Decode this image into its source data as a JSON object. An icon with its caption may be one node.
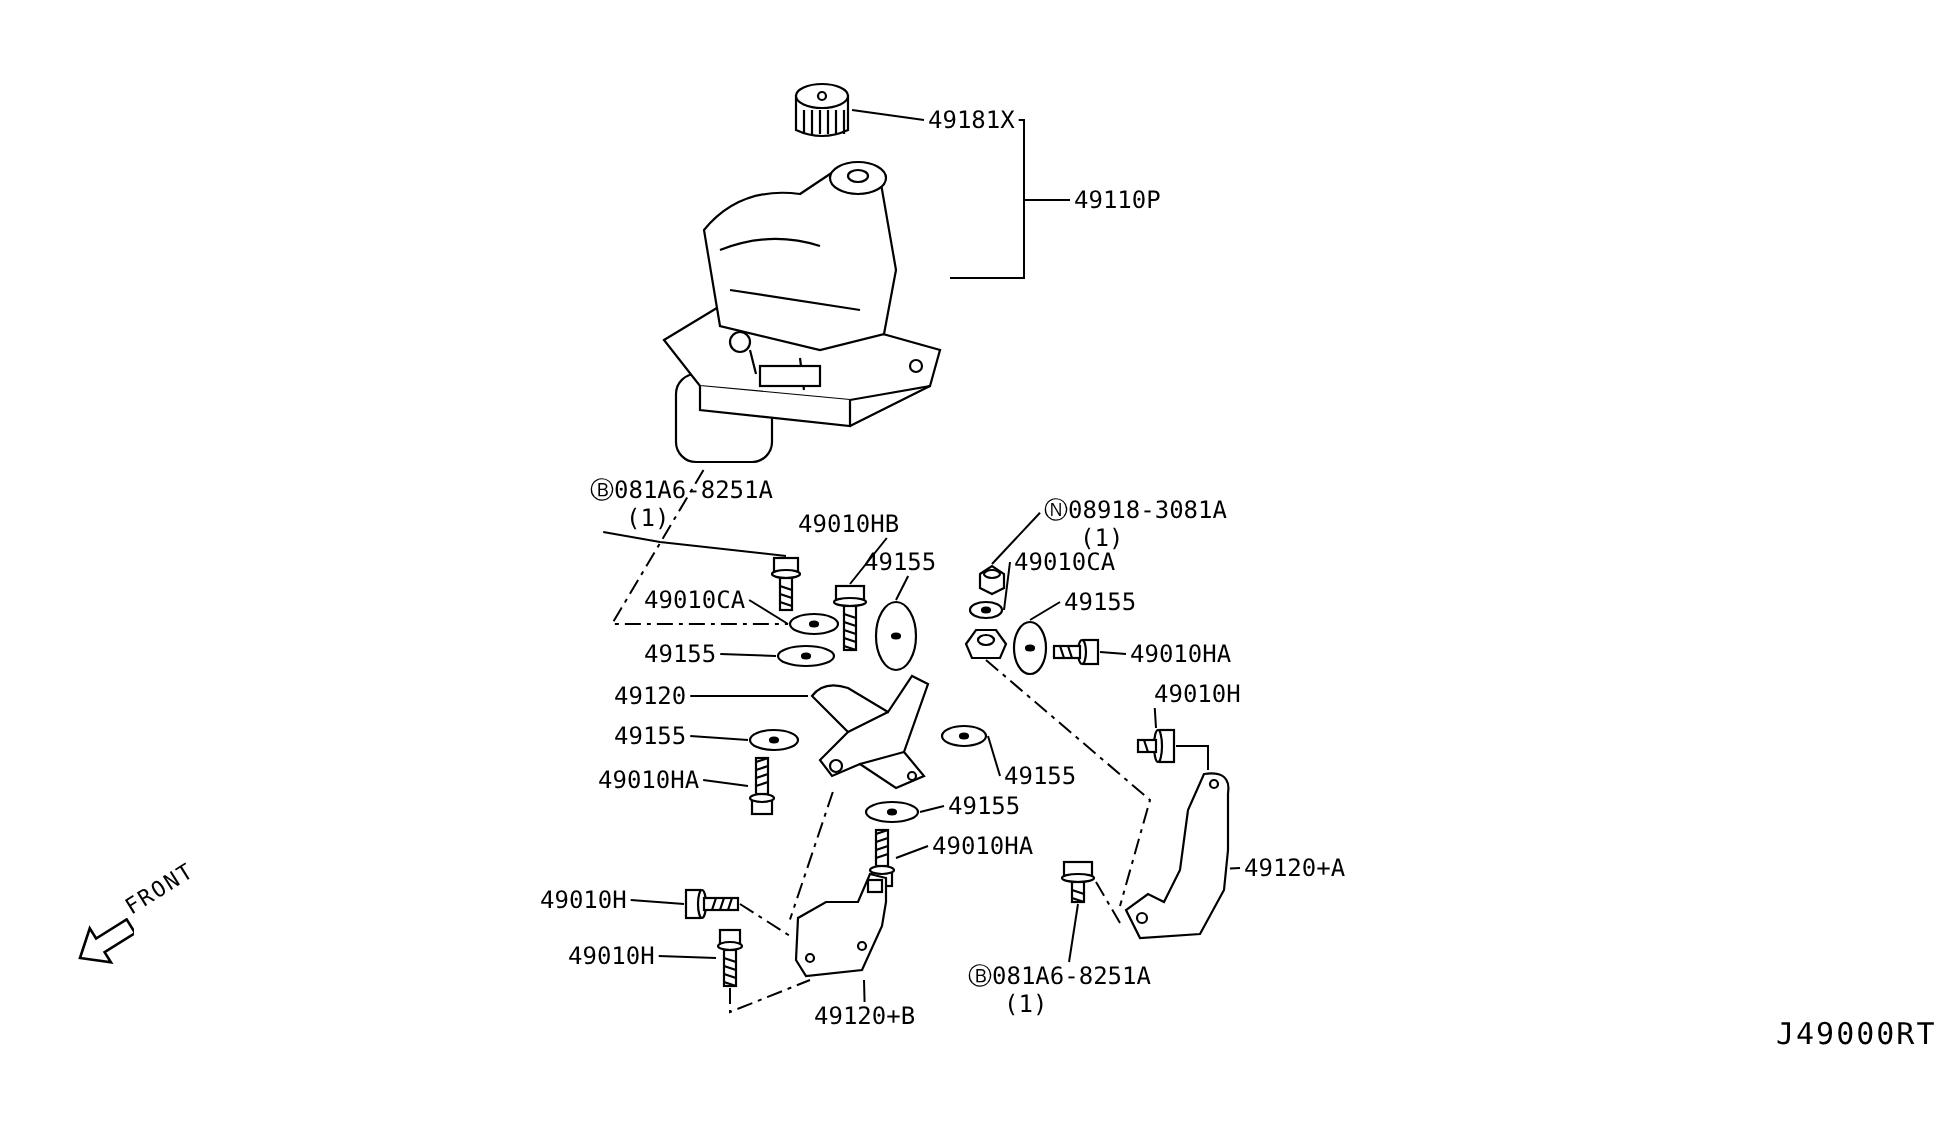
{
  "diagram": {
    "nodes": [
      {
        "text": [
          "49181X"
        ]
      },
      {
        "text": [
          "49110P"
        ]
      },
      {
        "text": [
          "Ⓑ081A6-8251A",
          "(1)"
        ]
      },
      {
        "text": [
          "49010HB"
        ]
      },
      {
        "text": [
          "49155"
        ]
      },
      {
        "text": [
          "49010CA"
        ]
      },
      {
        "text": [
          "49155"
        ]
      },
      {
        "text": [
          "49120"
        ]
      },
      {
        "text": [
          "49155"
        ]
      },
      {
        "text": [
          "49010HA"
        ]
      },
      {
        "text": [
          "Ⓝ08918-3081A",
          "(1)"
        ]
      },
      {
        "text": [
          "49010CA"
        ]
      },
      {
        "text": [
          "49155"
        ]
      },
      {
        "text": [
          "49010HA"
        ]
      },
      {
        "text": [
          "49010H"
        ]
      },
      {
        "text": [
          "49155"
        ]
      },
      {
        "text": [
          "49155"
        ]
      },
      {
        "text": [
          "49010HA"
        ]
      },
      {
        "text": [
          "49120+A"
        ]
      },
      {
        "text": [
          "Ⓑ081A6-8251A",
          "(1)"
        ]
      },
      {
        "text": [
          "49010H"
        ]
      },
      {
        "text": [
          "49010H"
        ]
      },
      {
        "text": [
          "49120+B"
        ]
      },
      {
        "text": [],
        "shape": "picture"
      },
      {
        "text": [],
        "shape": "picture"
      },
      {
        "text": [],
        "shape": "picture"
      },
      {
        "text": [],
        "shape": "picture"
      },
      {
        "text": [],
        "shape": "picture"
      },
      {
        "text": [],
        "shape": "picture"
      },
      {
        "text": [],
        "shape": "picture"
      },
      {
        "text": [],
        "shape": "picture"
      },
      {
        "text": [],
        "shape": "picture"
      },
      {
        "text": [],
        "shape": "picture"
      },
      {
        "text": [],
        "shape": "picture"
      },
      {
        "text": [],
        "shape": "picture"
      },
      {
        "text": [],
        "shape": "picture"
      },
      {
        "text": [],
        "shape": "picture"
      },
      {
        "text": [],
        "shape": "picture"
      },
      {
        "text": [],
        "shape": "picture"
      },
      {
        "text": [],
        "shape": "picture"
      },
      {
        "text": [],
        "shape": "picture"
      },
      {
        "text": [],
        "shape": "picture"
      },
      {
        "text": [],
        "shape": "picture"
      },
      {
        "text": [],
        "shape": "picture"
      },
      {
        "text": [],
        "shape": "picture"
      },
      {
        "text": [],
        "shape": "picture"
      },
      {
        "text": [],
        "shape": "picture"
      },
      {
        "text": [
          "FRONT"
        ]
      }
    ],
    "edges": [
      {
        "from": 0,
        "to": 23,
        "arrow": "none"
      },
      {
        "from": 1,
        "to": 24,
        "arrow": "none"
      },
      {
        "from": 1,
        "to": 0,
        "arrow": "none"
      },
      {
        "from": 2,
        "to": 25,
        "arrow": "none"
      },
      {
        "from": 3,
        "to": 26,
        "arrow": "none"
      },
      {
        "from": 4,
        "to": 27,
        "arrow": "none"
      },
      {
        "from": 5,
        "to": 28,
        "arrow": "none"
      },
      {
        "from": 6,
        "to": 29,
        "arrow": "none"
      },
      {
        "from": 7,
        "to": 30,
        "arrow": "none"
      },
      {
        "from": 8,
        "to": 31,
        "arrow": "none"
      },
      {
        "from": 9,
        "to": 32,
        "arrow": "none"
      },
      {
        "from": 10,
        "to": 33,
        "arrow": "none"
      },
      {
        "from": 11,
        "to": 34,
        "arrow": "none"
      },
      {
        "from": 12,
        "to": 35,
        "arrow": "none"
      },
      {
        "from": 13,
        "to": 36,
        "arrow": "none"
      },
      {
        "from": 14,
        "to": 37,
        "arrow": "none"
      },
      {
        "from": 15,
        "to": 38,
        "arrow": "none"
      },
      {
        "from": 16,
        "to": 39,
        "arrow": "none"
      },
      {
        "from": 17,
        "to": 40,
        "arrow": "none"
      },
      {
        "from": 18,
        "to": 41,
        "arrow": "none"
      },
      {
        "from": 19,
        "to": 42,
        "arrow": "none"
      },
      {
        "from": 20,
        "to": 43,
        "arrow": "none"
      },
      {
        "from": 21,
        "to": 44,
        "arrow": "none"
      },
      {
        "from": 22,
        "to": 45,
        "arrow": "none"
      },
      {
        "from": 24,
        "to": 28,
        "arrow": "none",
        "style": "dashed"
      },
      {
        "from": 30,
        "to": 45,
        "arrow": "none",
        "style": "dashed"
      },
      {
        "from": 46,
        "to": 41,
        "arrow": "none",
        "style": "dashed"
      },
      {
        "from": 43,
        "to": 45,
        "arrow": "none",
        "style": "dashed"
      },
      {
        "from": 44,
        "to": 45,
        "arrow": "none",
        "style": "dashed"
      },
      {
        "from": 37,
        "to": 41,
        "arrow": "none"
      },
      {
        "from": 42,
        "to": 41,
        "arrow": "none",
        "style": "dashed"
      }
    ],
    "labels": [
      "J49000RT"
    ]
  }
}
